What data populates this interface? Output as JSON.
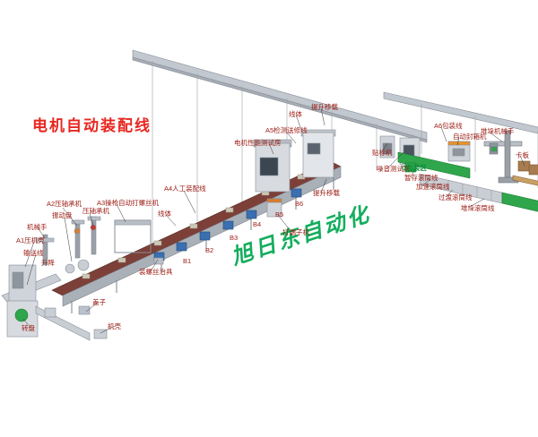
{
  "title": "电机自动装配线",
  "watermark": "旭日东自动化",
  "colors": {
    "title_red": "#e8261f",
    "label_dark_red": "#9b1a10",
    "watermark_green": "#00a850",
    "belt_maroon": "#7d4038",
    "roller_green": "#2fa64b",
    "bin_blue": "#3a6fb0"
  },
  "labels": {
    "a2_machine": "A2压轴承机",
    "vibration_plate": "振动盘",
    "press_bearing": "压轴承机",
    "robot_hand": "机械手",
    "a1_machine": "A1压机壳",
    "conveyor_line": "输送线",
    "lift": "升降",
    "a3_machine": "A3操枪自动打螺丝机",
    "turntable": "转盘",
    "cover": "盖子",
    "shell": "机壳",
    "screw_fixture": "装螺丝治具",
    "a4_line": "A4人工装配线",
    "line_body_1": "线体",
    "b1": "B1",
    "b2": "B2",
    "b3": "B3",
    "b4": "B4",
    "b5": "B5",
    "b6": "B6",
    "terminal_machine": "打端子机",
    "lift_transfer_mid": "提升移载",
    "a5_line": "A5检测送修线",
    "motor_test_room": "电机性能测试房",
    "line_body_2": "线体",
    "lift_transfer_top": "提升移载",
    "label_machine": "贴标机",
    "noise_test_room": "噪音测试房",
    "a6_line": "A6包装线",
    "auto_sealer": "自动封箱机",
    "stacking_robot": "堆垛机械手",
    "pallet": "卡板",
    "c_pack_area": "C包装区",
    "temp_roller": "暂存滚筒线",
    "accel_roller": "加速滚筒线",
    "transition_roller": "过渡滚筒线",
    "stack_roller": "堆垛滚筒线"
  }
}
